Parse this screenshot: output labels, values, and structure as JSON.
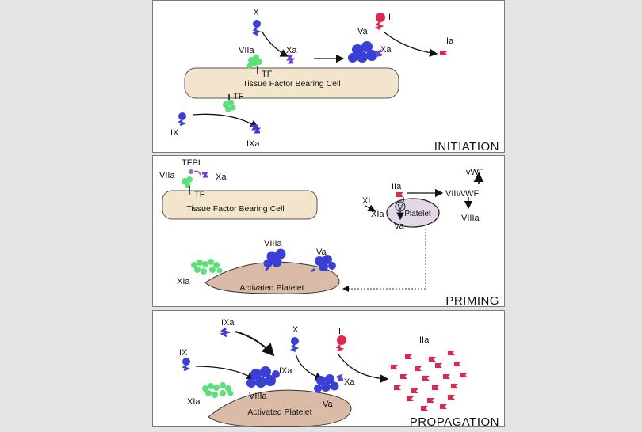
{
  "colors": {
    "page_bg": "#e4e4e4",
    "panel_bg": "#ffffff",
    "tf_cell_fill": "#f3e5cc",
    "platelet_fill": "#d9bba8",
    "resting_platelet_fill": "#e3d8e6",
    "blue_factor": "#3a3fd6",
    "red_factor": "#e0264d",
    "green_factor": "#5de07a",
    "tfpi": "#9a6ab0"
  },
  "panels": {
    "initiation": {
      "phase_label": "INITIATION",
      "cell_label": "Tissue Factor Bearing Cell",
      "labels": {
        "x": "X",
        "viia": "VIIa",
        "tf_top": "TF",
        "xa": "Xa",
        "va": "Va",
        "xa2": "Xa",
        "ii": "II",
        "iia": "IIa",
        "tf_bottom": "TF",
        "ix": "IX",
        "ixa": "IXa"
      }
    },
    "priming": {
      "phase_label": "PRIMING",
      "cell_label": "Tissue Factor Bearing Cell",
      "platelet_label": "Activated Platelet",
      "resting_platelet_label": "Platelet",
      "labels": {
        "tfpi": "TFPI",
        "viia": "VIIa",
        "xa": "Xa",
        "tf": "TF",
        "vwf": "vWF",
        "iia": "IIa",
        "viii_vwf": "VIII/vWF",
        "xi": "XI",
        "xia": "XIa",
        "v": "V",
        "va": "Va",
        "viiia": "VIIIa",
        "viiia_bound": "VIIIa",
        "va_bound": "Va",
        "xia_bound": "XIa"
      }
    },
    "propagation": {
      "phase_label": "PROPAGATION",
      "platelet_label": "Activated Platelet",
      "labels": {
        "ixa_top": "IXa",
        "x": "X",
        "ii": "II",
        "iia": "IIa",
        "ix": "IX",
        "ixa_mid": "IXa",
        "xa": "Xa",
        "xia": "XIa",
        "viiia": "VIIIa",
        "va": "Va"
      }
    }
  }
}
